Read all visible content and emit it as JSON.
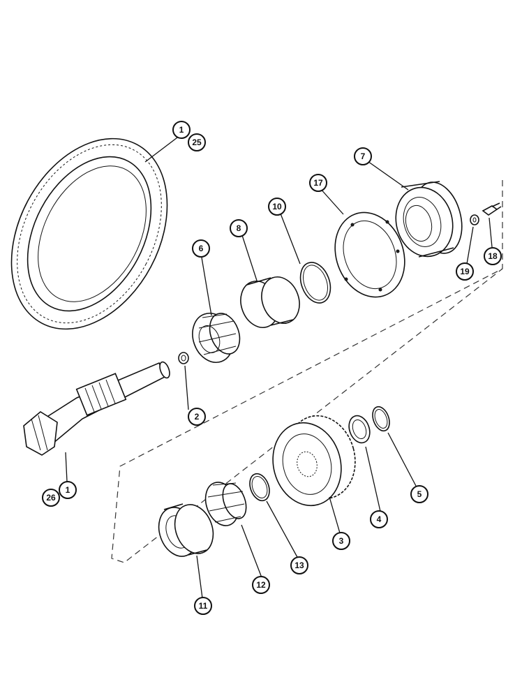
{
  "callouts": {
    "ring_gear": [
      "1",
      "25"
    ],
    "pinion": [
      "26",
      "1"
    ],
    "nut": "2",
    "gear": "3",
    "spacer": "4",
    "snap_ring_5": "5",
    "bearing_cone_6": "6",
    "carrier_7": "7",
    "bearing_cup_8": "8",
    "snap_ring_10": "10",
    "bearing_cup_11": "11",
    "bearing_cone_12": "12",
    "snap_ring_13": "13",
    "gasket": "17",
    "bolt": "18",
    "washer": "19"
  }
}
